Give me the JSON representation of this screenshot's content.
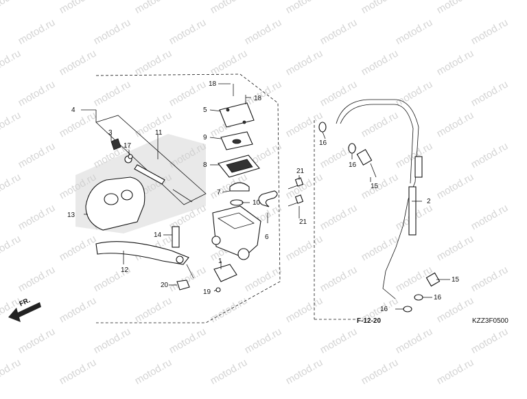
{
  "watermark": "motod.ru",
  "diagram_code": "KZZ3F0500",
  "reference": "F-12-20",
  "direction": "FR.",
  "callouts": [
    "1",
    "2",
    "3",
    "4",
    "5",
    "6",
    "7",
    "8",
    "9",
    "10",
    "11",
    "12",
    "13",
    "14",
    "15",
    "15",
    "16",
    "16",
    "16",
    "16",
    "17",
    "18",
    "18",
    "19",
    "20",
    "21",
    "21"
  ]
}
